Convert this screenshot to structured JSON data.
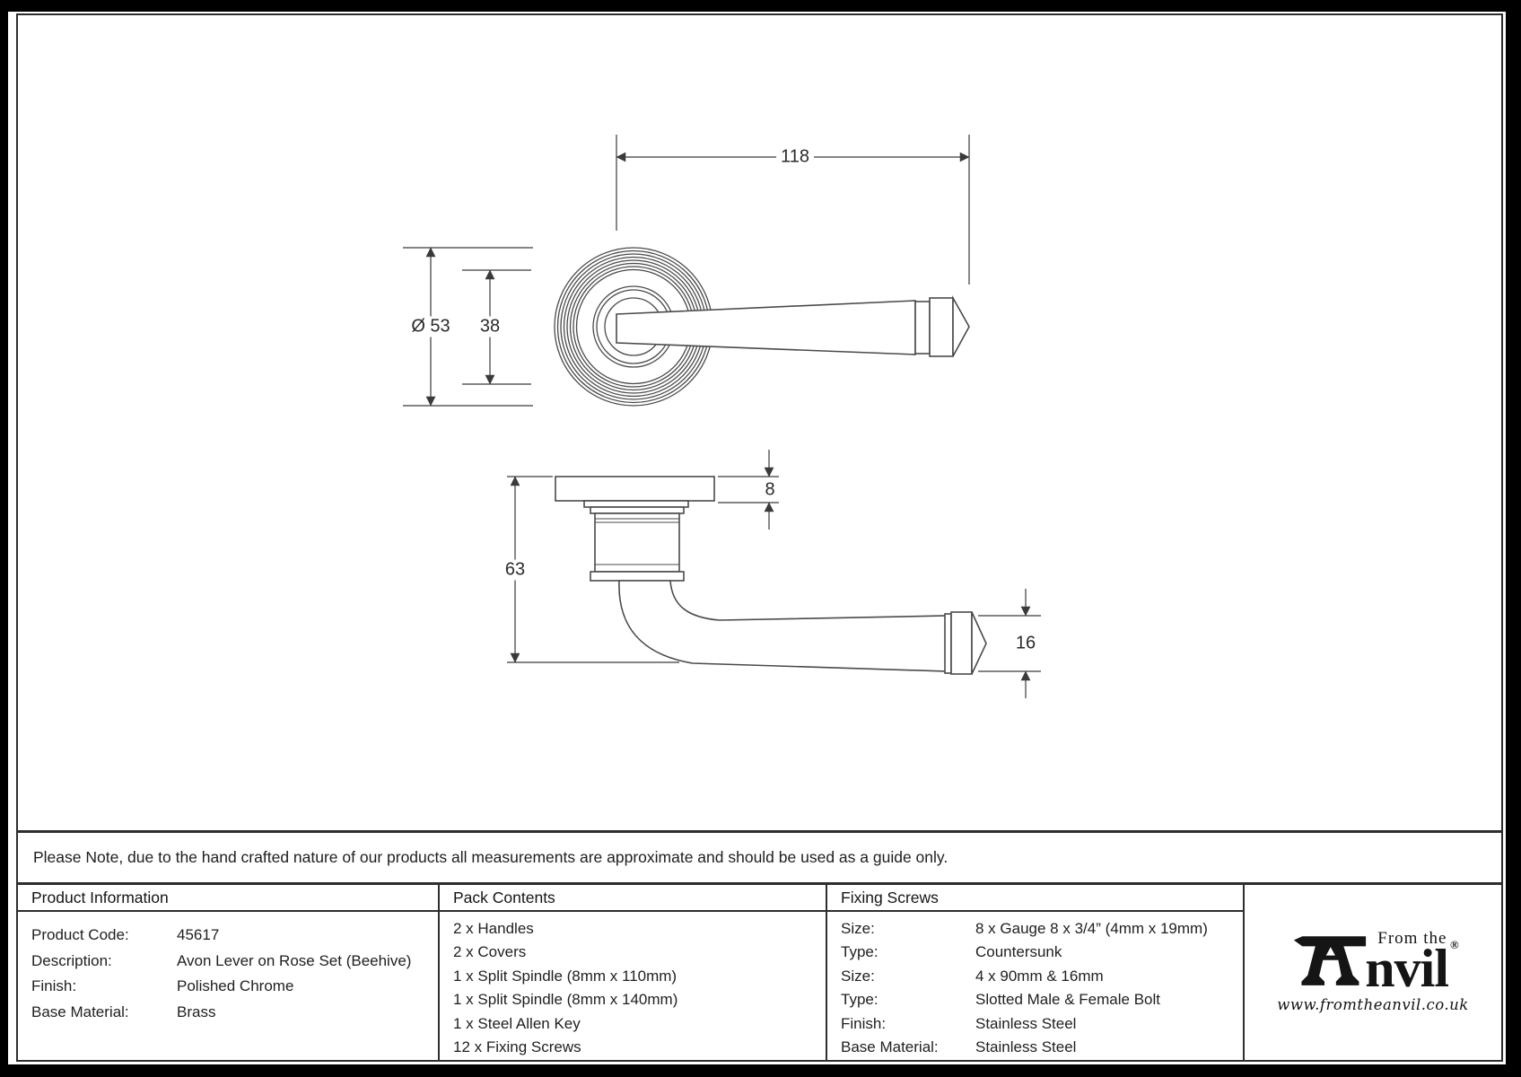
{
  "drawing": {
    "dims": {
      "lever_length": "118",
      "rose_diameter": "Ø 53",
      "rose_inner_diameter": "38",
      "rose_thickness": "8",
      "projection": "63",
      "lever_end_thickness": "16"
    }
  },
  "note": "Please Note, due to the hand crafted nature of our products all measurements are approximate and should be used as a guide only.",
  "product_information": {
    "title": "Product Information",
    "rows": [
      {
        "label": "Product Code:",
        "value": "45617"
      },
      {
        "label": "Description:",
        "value": "Avon Lever on Rose Set (Beehive)"
      },
      {
        "label": "Finish:",
        "value": "Polished Chrome"
      },
      {
        "label": "Base Material:",
        "value": "Brass"
      }
    ]
  },
  "pack_contents": {
    "title": "Pack Contents",
    "items": [
      "2 x Handles",
      "2 x Covers",
      "1 x Split Spindle (8mm x 110mm)",
      "1 x Split Spindle (8mm x 140mm)",
      "1 x Steel Allen Key",
      "12 x Fixing Screws"
    ]
  },
  "fixing_screws": {
    "title": "Fixing Screws",
    "rows": [
      {
        "label": "Size:",
        "value": "8 x Gauge 8 x 3/4” (4mm x 19mm)"
      },
      {
        "label": "Type:",
        "value": "Countersunk"
      },
      {
        "label": "Size:",
        "value": "4 x 90mm & 16mm"
      },
      {
        "label": "Type:",
        "value": "Slotted Male & Female Bolt"
      },
      {
        "label": "Finish:",
        "value": "Stainless Steel"
      },
      {
        "label": "Base Material:",
        "value": "Stainless Steel"
      }
    ]
  },
  "brand": {
    "prefix": "From the",
    "name_suffix": "nvil",
    "registered": "®",
    "website": "www.fromtheanvil.co.uk"
  },
  "colors": {
    "line": "#4a4a4a",
    "dim_line": "#3a3a3a",
    "border": "#2e2e2e",
    "text": "#1f1f1f"
  }
}
